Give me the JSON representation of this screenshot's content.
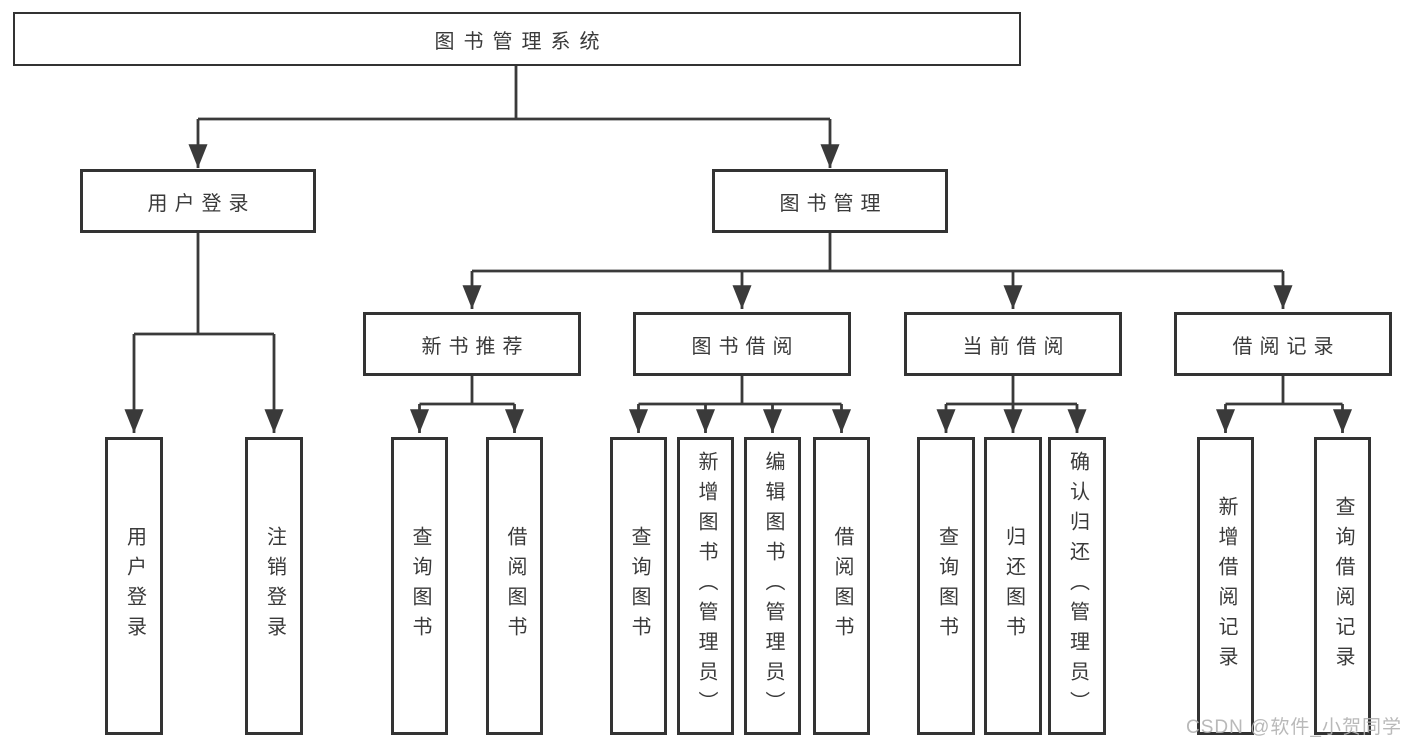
{
  "colors": {
    "background": "#ffffff",
    "line": "#3a3a3a",
    "box_border": "#333333",
    "text": "#3a3a3a",
    "watermark": "#b2b2b2"
  },
  "root": {
    "label": "图书管理系统"
  },
  "level2": {
    "user_login": {
      "label": "用户登录"
    },
    "book_mgmt": {
      "label": "图书管理"
    }
  },
  "level3": {
    "new_books": {
      "label": "新书推荐"
    },
    "book_borrow": {
      "label": "图书借阅"
    },
    "current_borrow": {
      "label": "当前借阅"
    },
    "borrow_records": {
      "label": "借阅记录"
    }
  },
  "leaves": {
    "user_login_children": [
      "用户登录",
      "注销登录"
    ],
    "new_books_children": [
      "查询图书",
      "借阅图书"
    ],
    "book_borrow_children": [
      "查询图书",
      "新增图书（管理员）",
      "编辑图书（管理员）",
      "借阅图书"
    ],
    "current_borrow_children": [
      "查询图书",
      "归还图书",
      "确认归还（管理员）"
    ],
    "borrow_records_children": [
      "新增借阅记录",
      "查询借阅记录"
    ]
  },
  "watermark": "CSDN @软件_小贺同学"
}
